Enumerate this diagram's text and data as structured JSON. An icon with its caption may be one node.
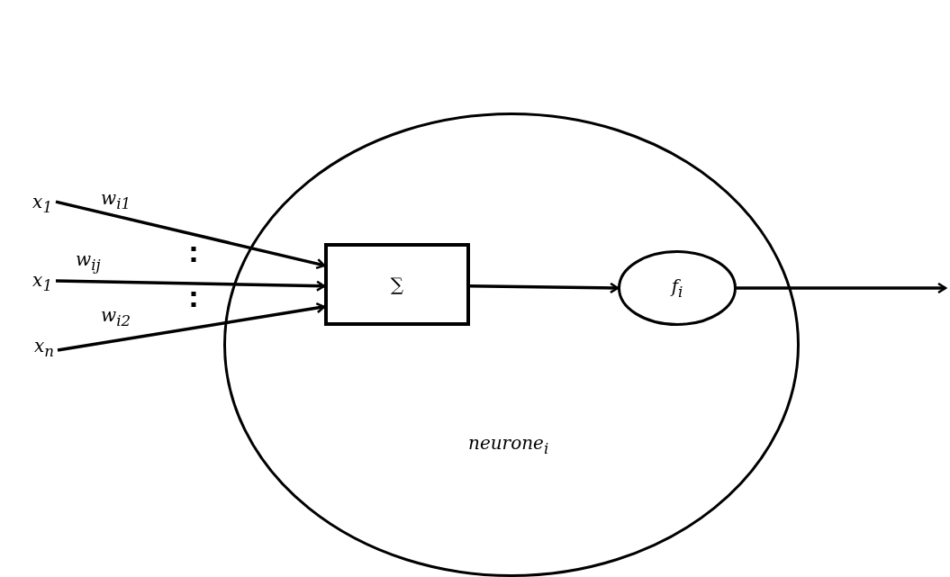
{
  "diagram": {
    "nodes": [
      {
        "text": [
          "neurone$_{i}$"
        ]
      },
      {
        "text": [
          "x$_{1}$"
        ]
      },
      {
        "text": [
          "x$_{1}$"
        ]
      },
      {
        "text": [
          "x$_{n}$"
        ]
      },
      {
        "text": [
          "∑"
        ],
        "in": 0
      },
      {
        "text": [
          "f$_{i}$"
        ],
        "in": 0
      }
    ],
    "edges": [
      {
        "from": 1,
        "to": 4,
        "arrow": "to",
        "label": "w$_{i1}$"
      },
      {
        "from": 2,
        "to": 4,
        "arrow": "to",
        "label": "w$_{ij}$"
      },
      {
        "from": 3,
        "to": 4,
        "arrow": "to",
        "label": "w$_{i2}$"
      },
      {
        "from": 4,
        "to": 5,
        "arrow": "to"
      },
      {
        "from": 5,
        "to": null,
        "arrow": "to"
      }
    ]
  }
}
